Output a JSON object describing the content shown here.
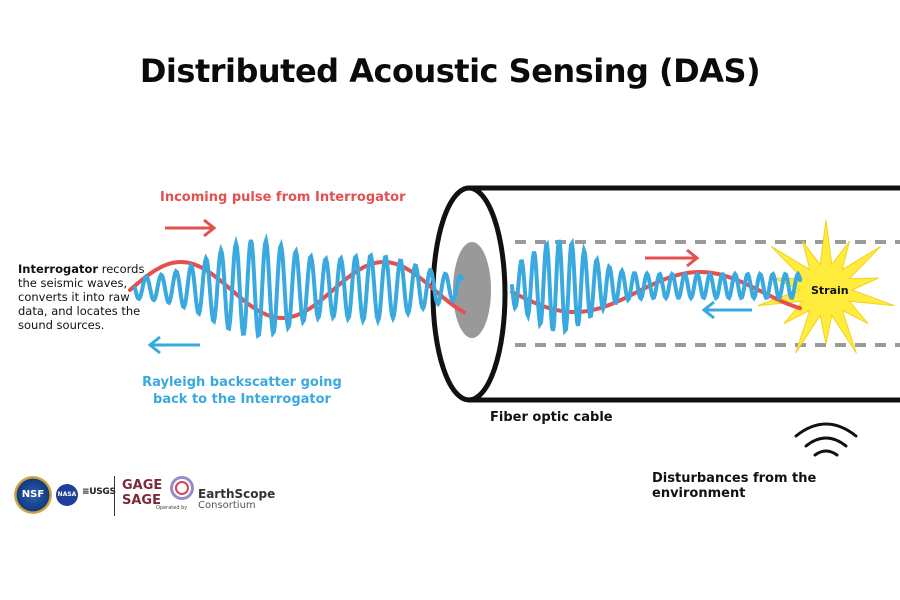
{
  "title": "Distributed Acoustic Sensing (DAS)",
  "labels": {
    "incoming_pulse": "Incoming pulse from Interrogator",
    "backscatter_line1": "Rayleigh backscatter going",
    "backscatter_line2": "back to the Interrogator",
    "interrogator_bold": "Interrogator",
    "interrogator_rest": " records the seismic waves, converts it into raw data, and locates the sound sources.",
    "fiber_optic_cable": "Fiber optic cable",
    "strain": "Strain",
    "disturbances": "Disturbances from the environment"
  },
  "logos": {
    "nsf": "NSF",
    "nasa": "NASA",
    "usgs": "≡USGS",
    "gage": "GAGE",
    "sage": "SAGE",
    "operated_by": "Operated by",
    "earthscope": "EarthScope",
    "consortium": "Consortium"
  },
  "colors": {
    "incoming_pulse": "#e5504f",
    "backscatter": "#3aa9df",
    "strain_burst": "#ffec3d",
    "cable_core": "#999999",
    "outline": "#111111"
  },
  "icons": {
    "incoming_arrow": "arrow-right-icon",
    "backscatter_arrow": "arrow-left-icon",
    "disturbance": "signal-waves-icon",
    "strain": "starburst-icon"
  }
}
